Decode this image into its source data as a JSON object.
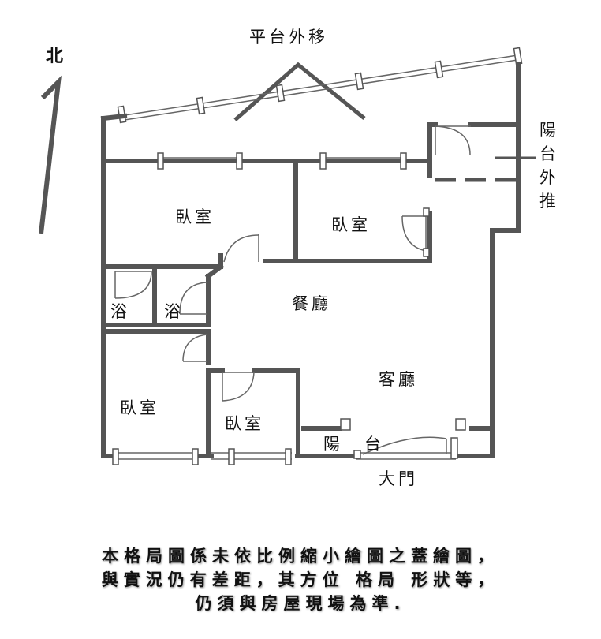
{
  "labels": {
    "north": "北",
    "platform_shift": "平台外移",
    "balcony_push_1": "陽",
    "balcony_push_2": "台",
    "balcony_push_3": "外",
    "balcony_push_4": "推",
    "bedroom_top_left": "臥室",
    "bedroom_top_right": "臥室",
    "bath_1": "浴",
    "bath_2": "浴",
    "dining": "餐廳",
    "living": "客廳",
    "bedroom_bottom_left": "臥室",
    "bedroom_bottom_mid": "臥室",
    "balcony_bottom_1": "陽",
    "balcony_bottom_2": "台",
    "main_door": "大門"
  },
  "disclaimer": {
    "line1": "本格局圖係未依比例縮小繪圖之蓋繪圖，",
    "line2": "與實況仍有差距，其方位 格局 形狀等，",
    "line3": "仍須與房屋現場為準."
  },
  "colors": {
    "wall": "#555555",
    "text": "#111111",
    "background": "#ffffff"
  }
}
